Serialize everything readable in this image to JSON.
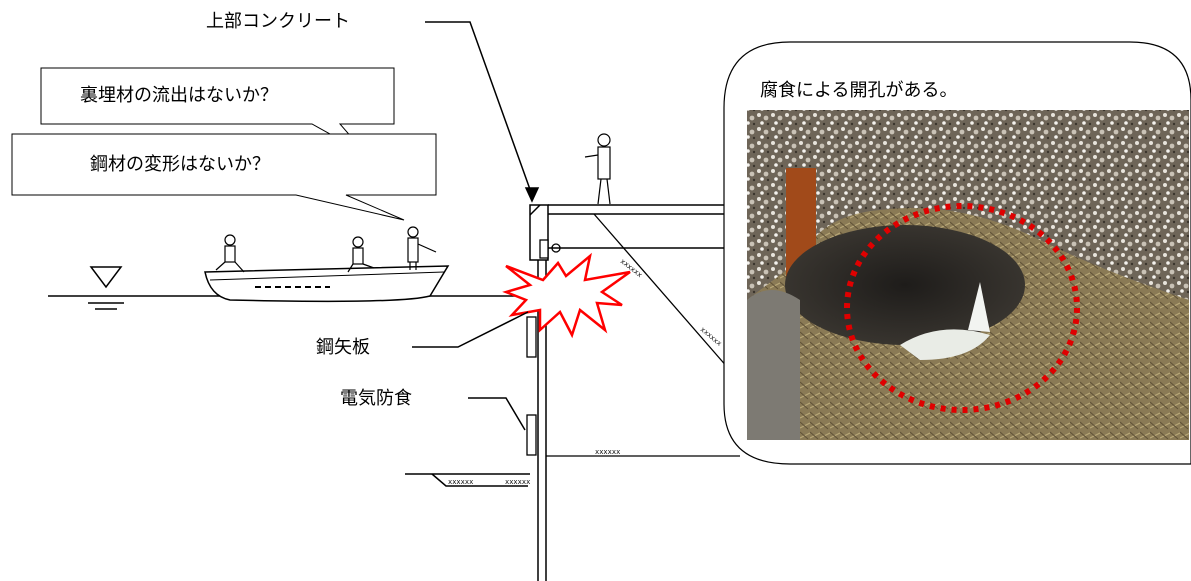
{
  "labels": {
    "upper_concrete": "上部コンクリート",
    "steel_sheet_pile": "鋼矢板",
    "cathodic_protection": "電気防食"
  },
  "callouts": {
    "backfill_question": "裏埋材の流出はないか？",
    "deformation_question": "鋼材の変形はないか？"
  },
  "photo_panel": {
    "caption": "腐食による開孔がある。"
  },
  "colors": {
    "highlight_circle": "#e00000",
    "damage_burst": "#ff0000",
    "line": "#000000"
  }
}
